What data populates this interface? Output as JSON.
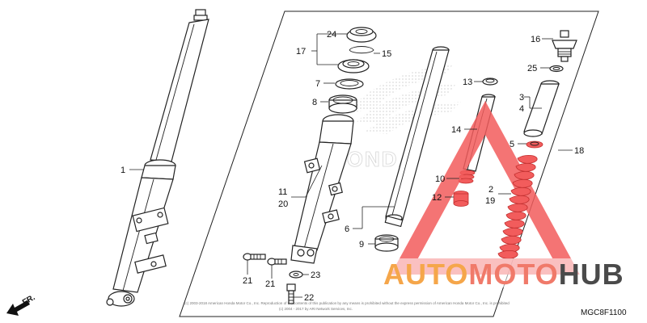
{
  "labels": {
    "l1": "1",
    "l2": "2",
    "l19": "19",
    "l3": "3",
    "l4": "4",
    "l5": "5",
    "l6": "6",
    "l7": "7",
    "l8": "8",
    "l9": "9",
    "l10": "10",
    "l11": "11",
    "l20": "20",
    "l12": "12",
    "l13": "13",
    "l14": "14",
    "l15": "15",
    "l16": "16",
    "l17": "17",
    "l18": "18",
    "l21a": "21",
    "l21b": "21",
    "l22": "22",
    "l23": "23",
    "l24": "24",
    "l25": "25"
  },
  "direction_marker": "FR.",
  "diagram_code": "MGC8F1100",
  "watermark": {
    "brand_name": "HONDA",
    "logo_text": {
      "auto": "AUTO",
      "moto": "MOTO",
      "hub": "HUB"
    },
    "colors": {
      "auto": "#f5a64a",
      "moto": "#f07a6a",
      "hub": "#4a4a4a",
      "triangle": "#f25c5c"
    }
  },
  "copyright_lines": [
    "(c) 2003-2018 American Honda Motor Co., Inc. Reproduction of the contents of this publication by any means is prohibited without the express permission of American Honda Motor Co., Inc. is prohibited",
    "(c) 2004 - 2017 by ARI Network Services, Inc."
  ]
}
